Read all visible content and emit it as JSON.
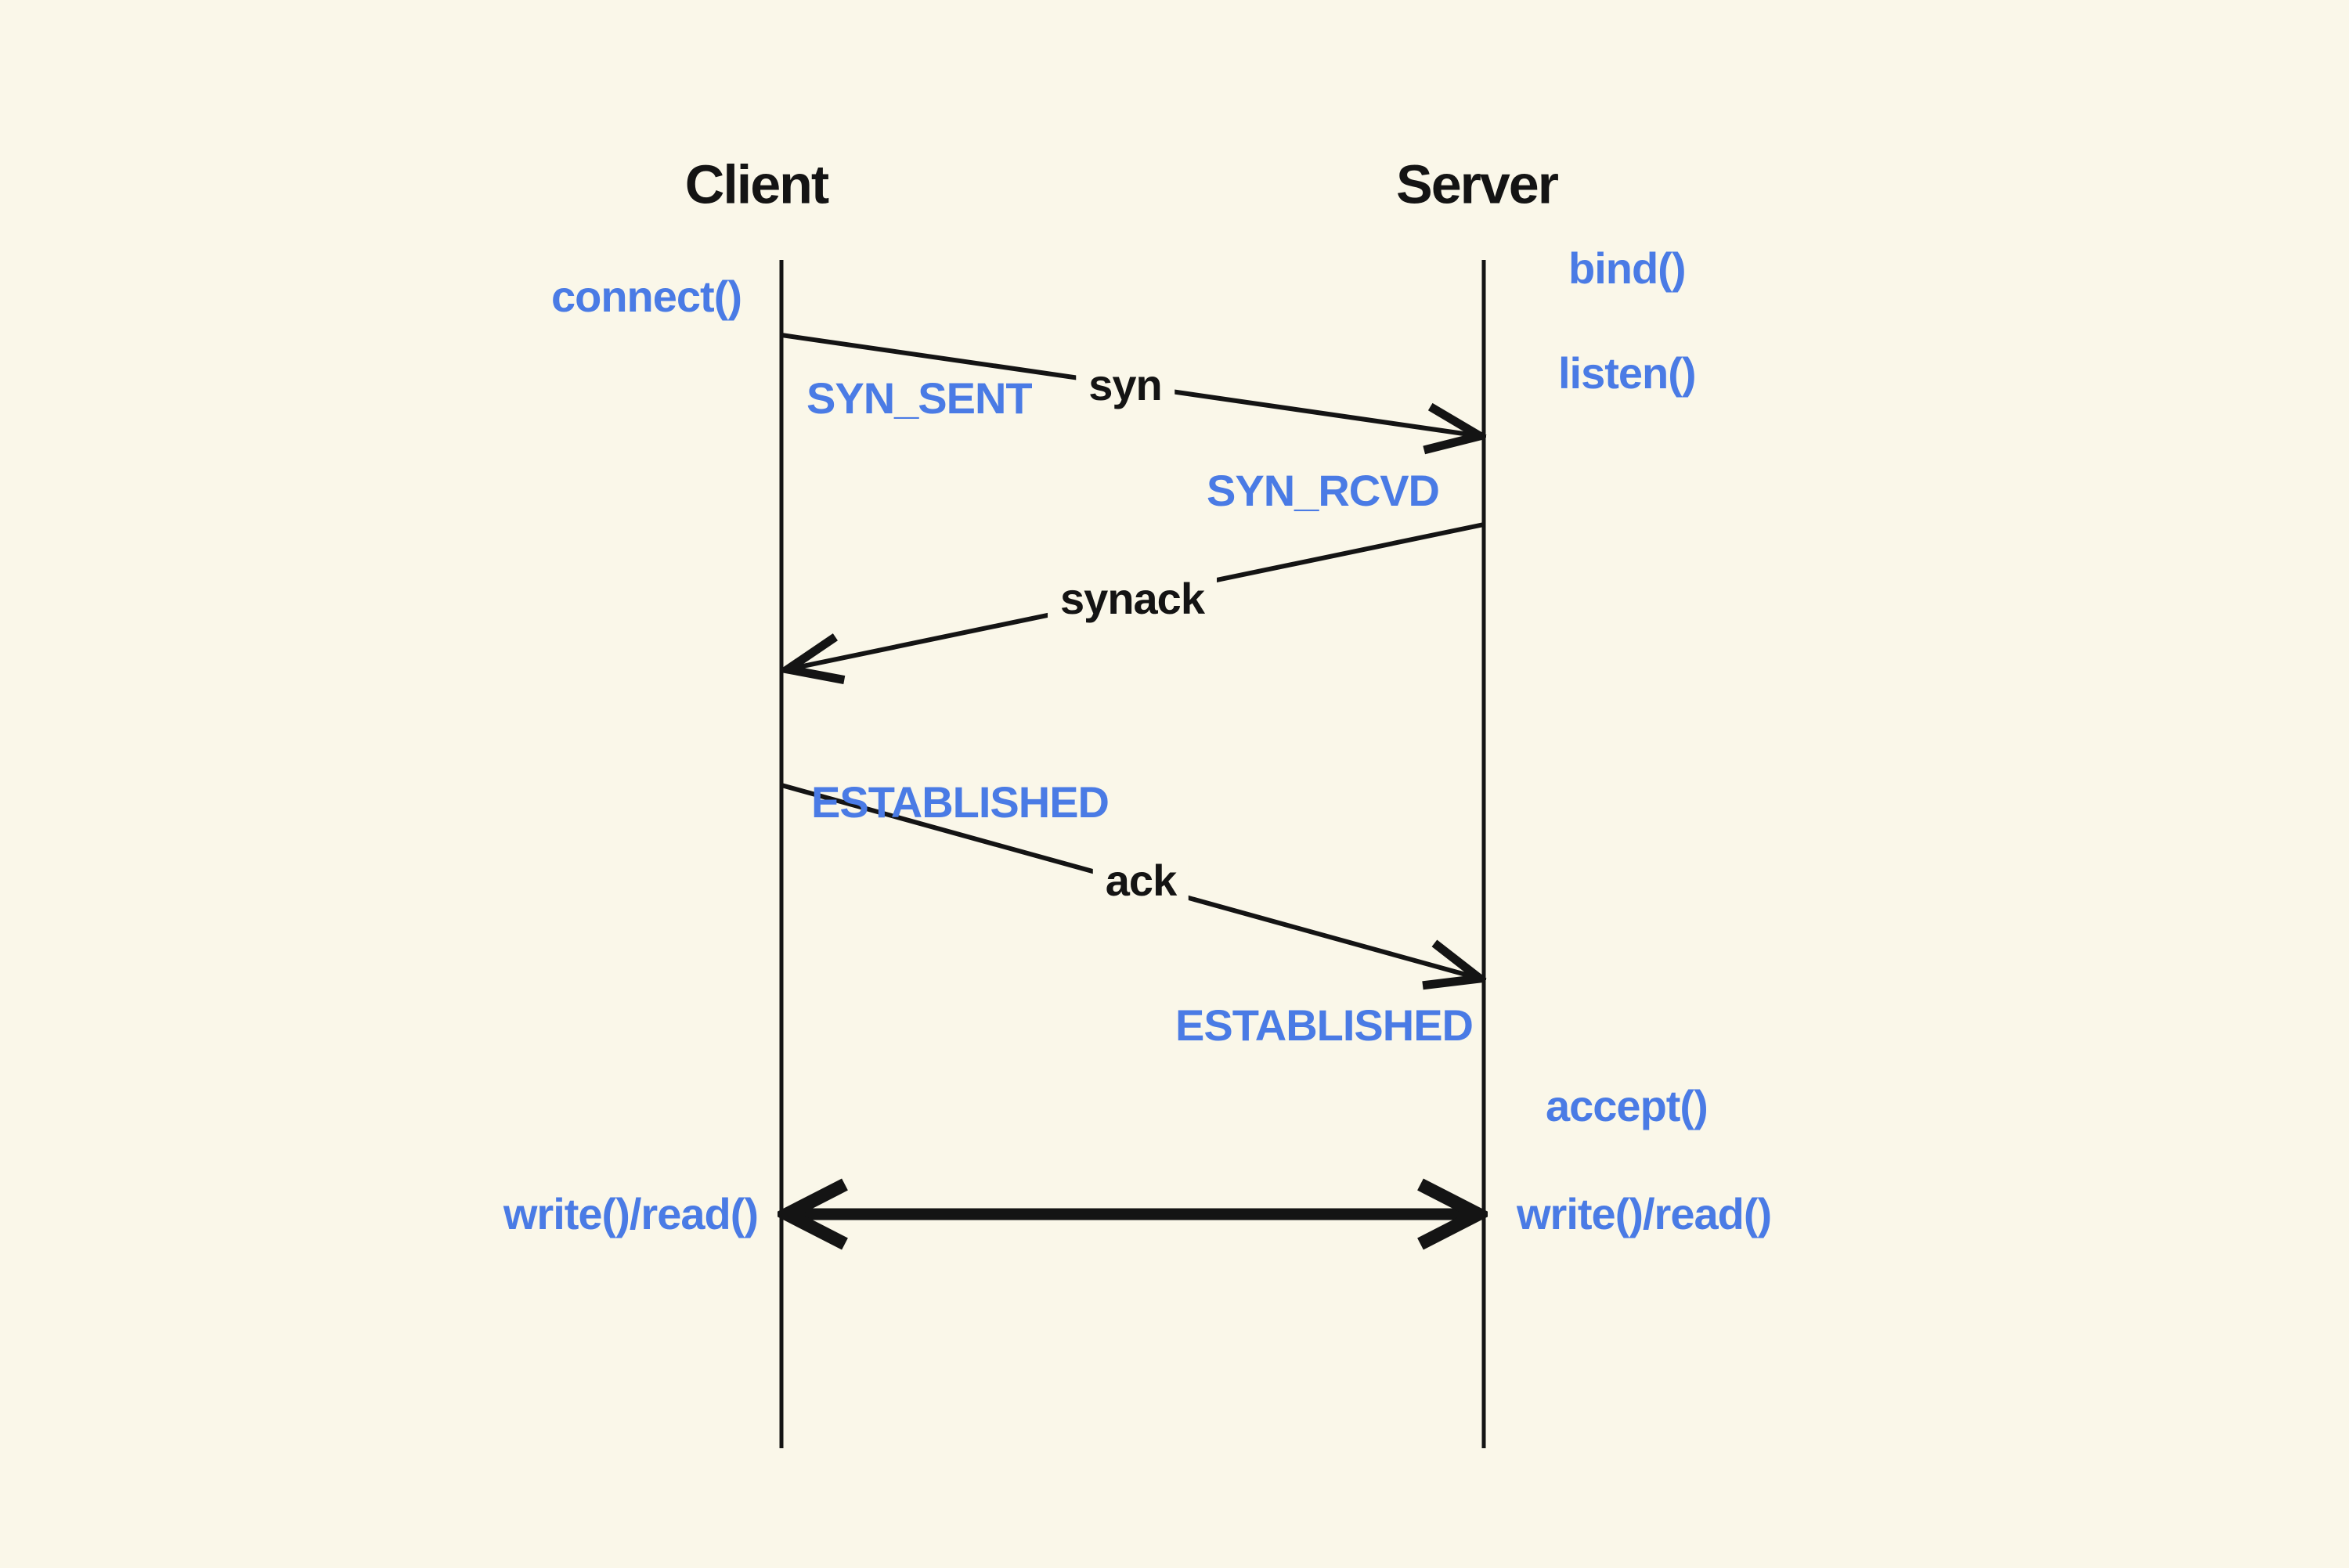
{
  "colors": {
    "background": "#FAF7E9",
    "label_blue": "#4A7BE5",
    "line_black": "#141414"
  },
  "client": {
    "title": "Client",
    "events": {
      "connect": "connect()",
      "syn_sent": "SYN_SENT",
      "established": "ESTABLISHED",
      "write_read": "write()/read()"
    }
  },
  "server": {
    "title": "Server",
    "events": {
      "bind": "bind()",
      "listen": "listen()",
      "syn_rcvd": "SYN_RCVD",
      "established": "ESTABLISHED",
      "accept": "accept()",
      "write_read": "write()/read()"
    }
  },
  "messages": {
    "syn": "syn",
    "synack": "synack",
    "ack": "ack"
  }
}
